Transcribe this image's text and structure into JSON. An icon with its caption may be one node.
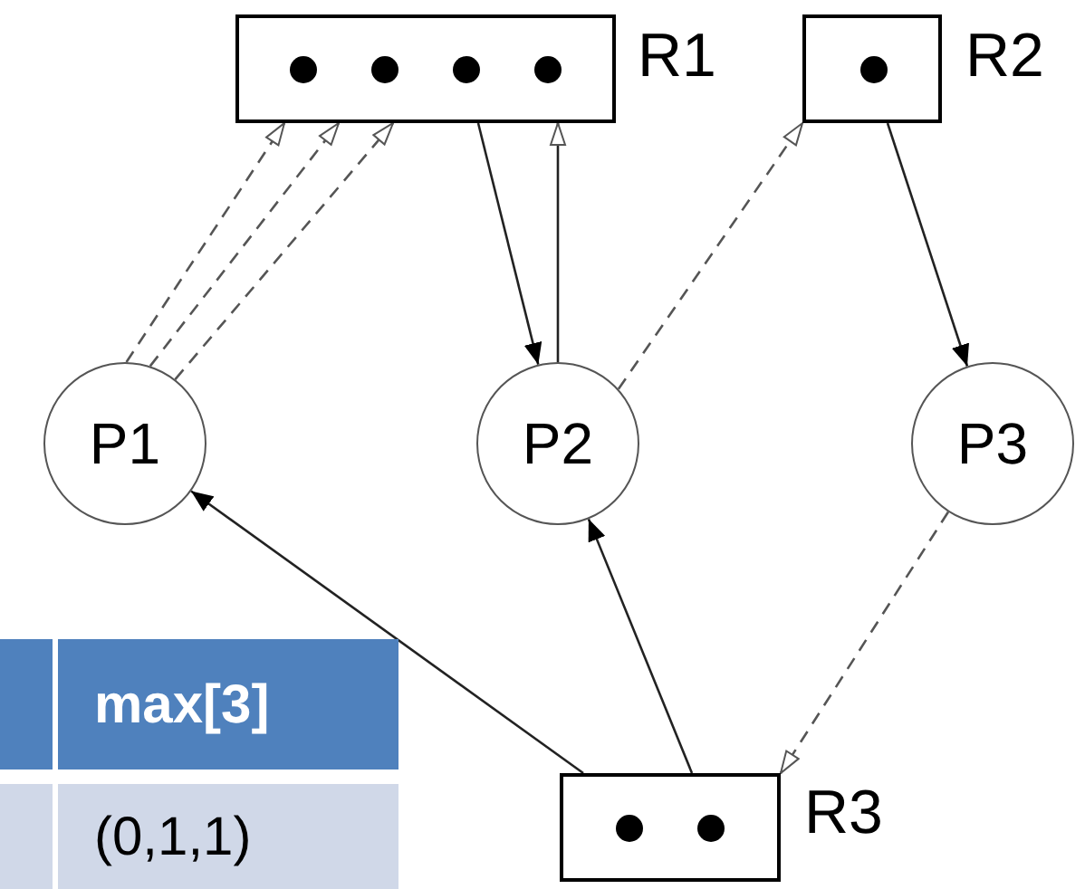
{
  "diagram": {
    "nodes": [
      {
        "text": [],
        "shape": "box",
        "beside": [
          "R1"
        ]
      },
      {
        "text": [],
        "shape": "box",
        "beside": [
          "R2"
        ]
      },
      {
        "text": [
          "P1"
        ]
      },
      {
        "text": [
          "P2"
        ]
      },
      {
        "text": [
          "P3"
        ]
      },
      {
        "text": [],
        "shape": "box",
        "beside": [
          "R3"
        ]
      }
    ],
    "edges": [
      {
        "from": 2,
        "to": 0,
        "arrow": "to",
        "style": "dashed"
      },
      {
        "from": 2,
        "to": 0,
        "arrow": "to",
        "style": "dashed"
      },
      {
        "from": 2,
        "to": 0,
        "arrow": "to",
        "style": "dashed"
      },
      {
        "from": 0,
        "to": 3,
        "arrow": "to"
      },
      {
        "from": 3,
        "to": 0,
        "arrow": "to"
      },
      {
        "from": 3,
        "to": 1,
        "arrow": "to",
        "style": "dashed"
      },
      {
        "from": 1,
        "to": 4,
        "arrow": "to"
      },
      {
        "from": 4,
        "to": 5,
        "arrow": "to",
        "style": "dashed"
      },
      {
        "from": 5,
        "to": 2,
        "arrow": "to"
      },
      {
        "from": 5,
        "to": 3,
        "arrow": "to"
      }
    ],
    "labels": [
      "max[3]",
      "(0,1,1)"
    ]
  }
}
